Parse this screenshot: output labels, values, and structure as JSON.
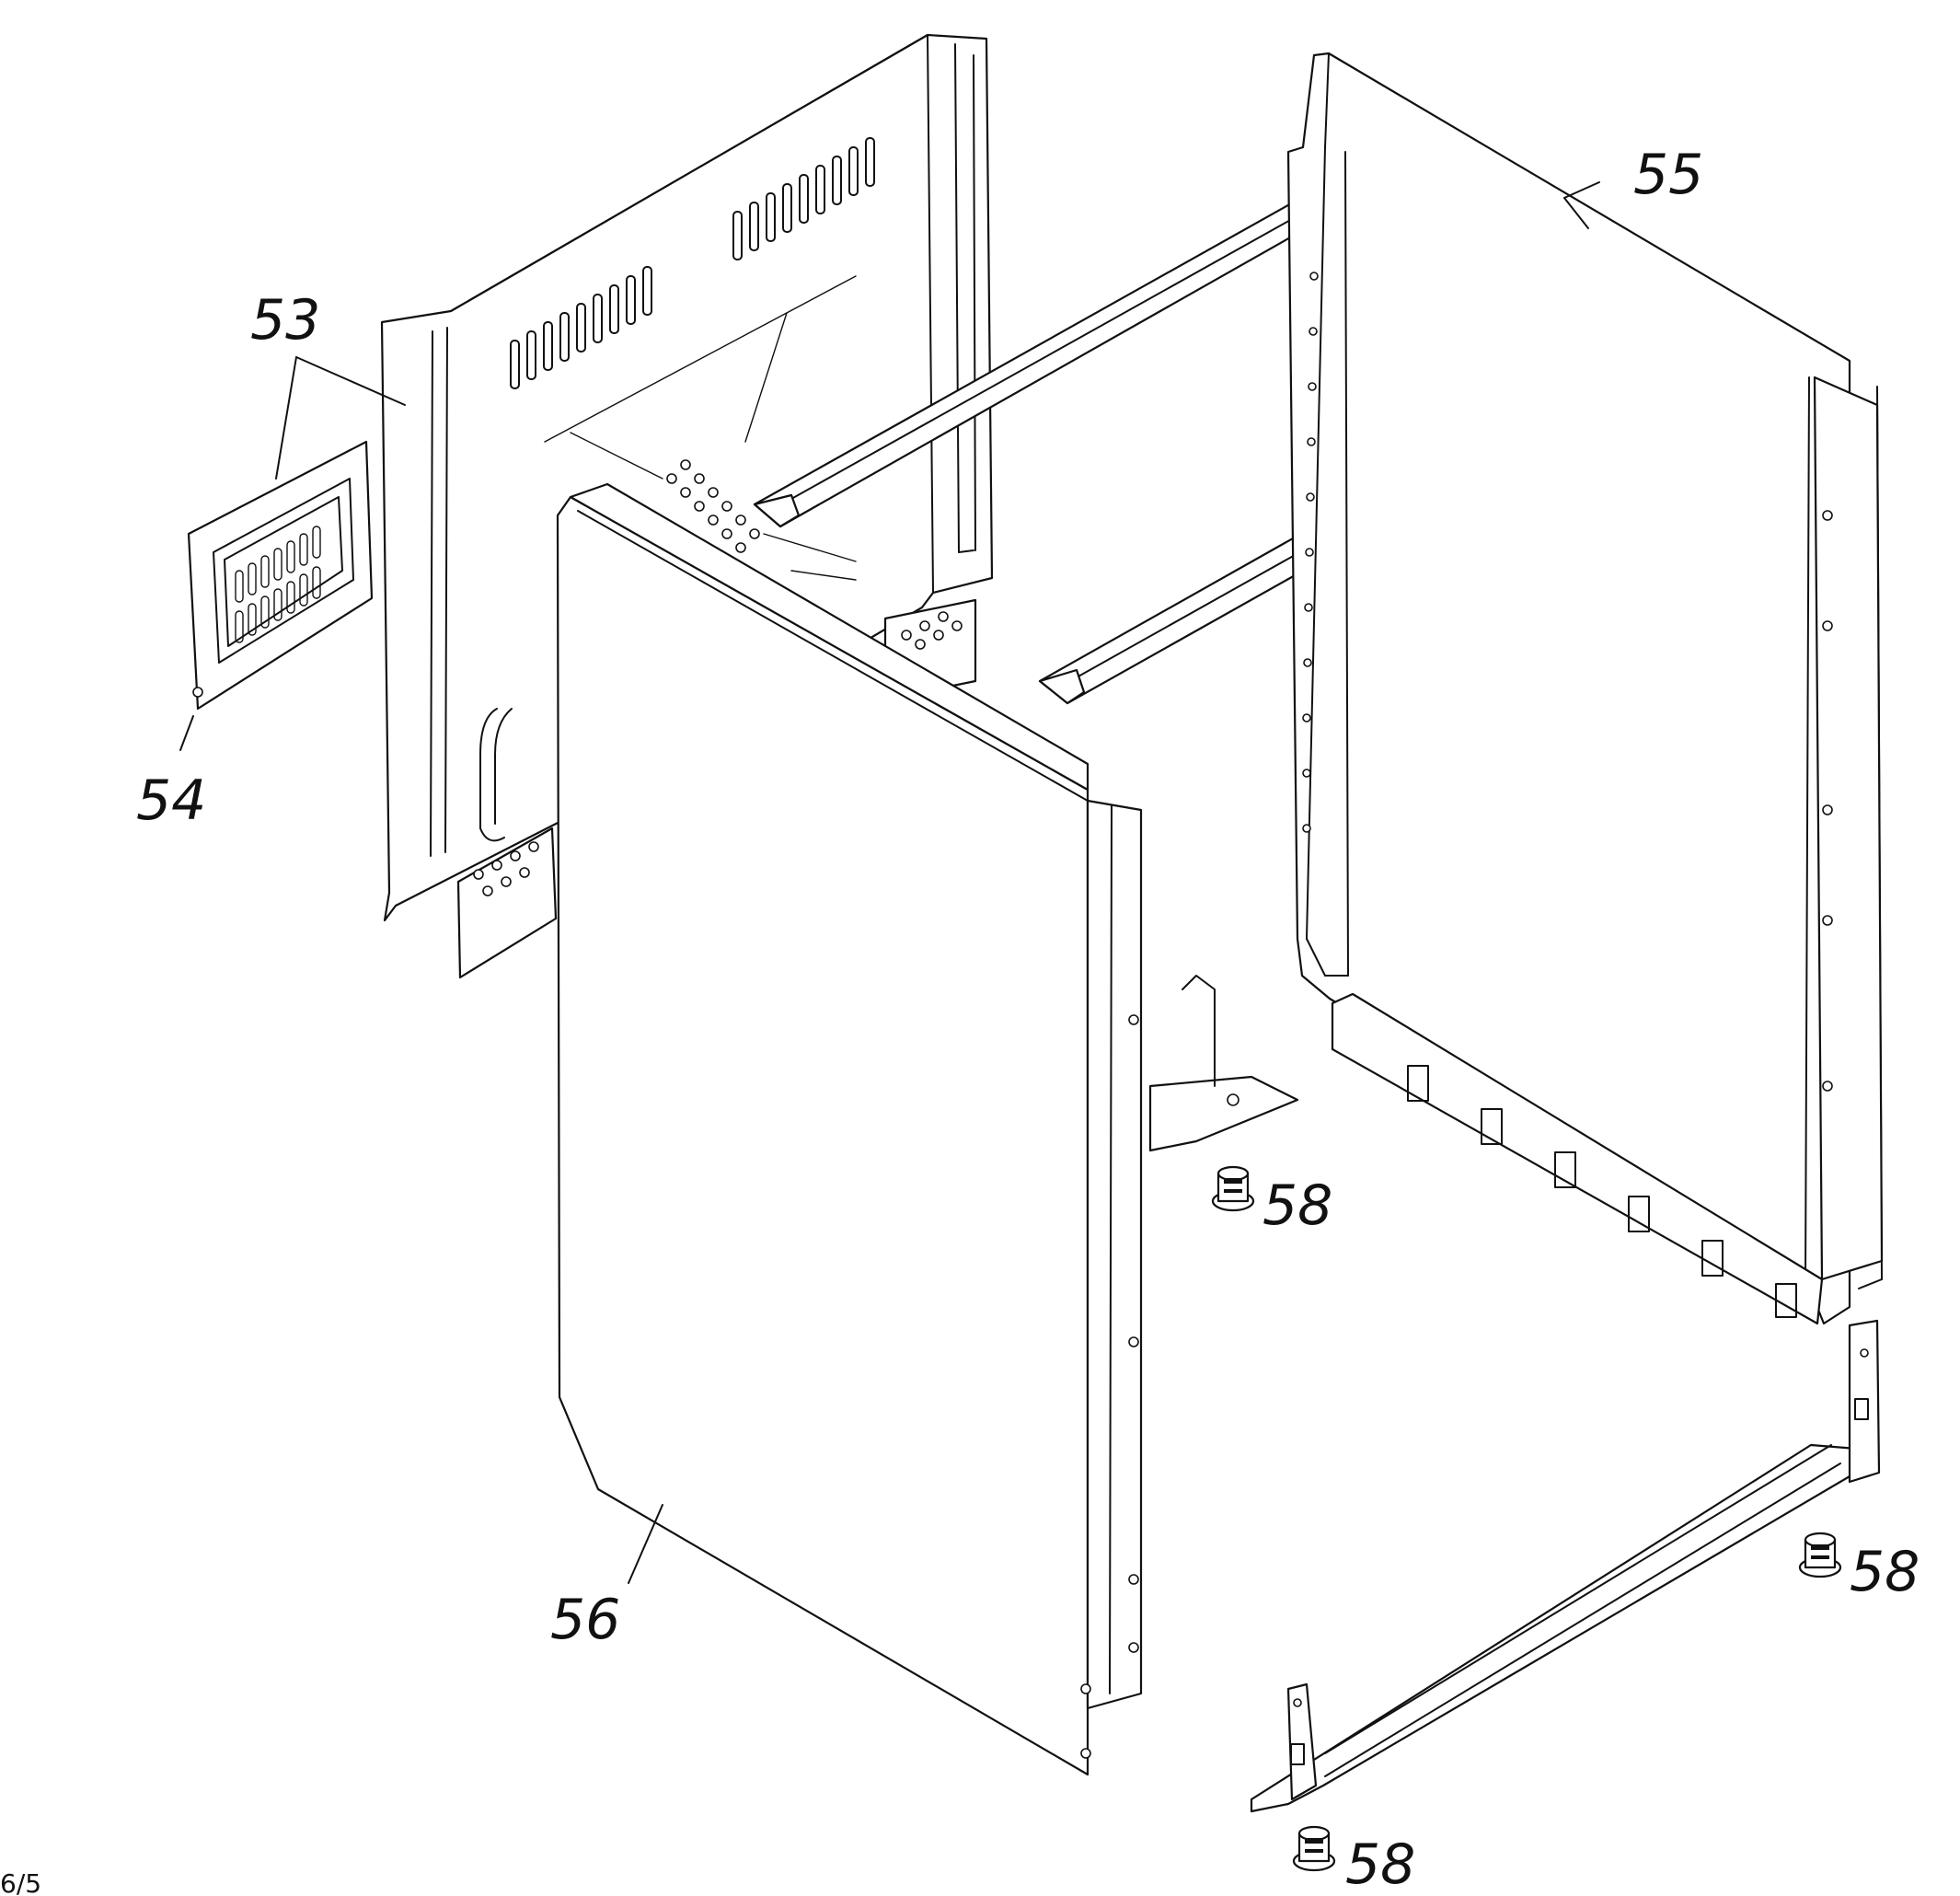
{
  "diagram": {
    "callouts": [
      {
        "id": "53",
        "label": "53"
      },
      {
        "id": "54",
        "label": "54"
      },
      {
        "id": "55",
        "label": "55"
      },
      {
        "id": "56",
        "label": "56"
      },
      {
        "id": "58a",
        "label": "58"
      },
      {
        "id": "58b",
        "label": "58"
      },
      {
        "id": "58c",
        "label": "58"
      }
    ],
    "corner_text": "6/5"
  },
  "colors": {
    "ink": "#111111",
    "background": "#ffffff"
  }
}
